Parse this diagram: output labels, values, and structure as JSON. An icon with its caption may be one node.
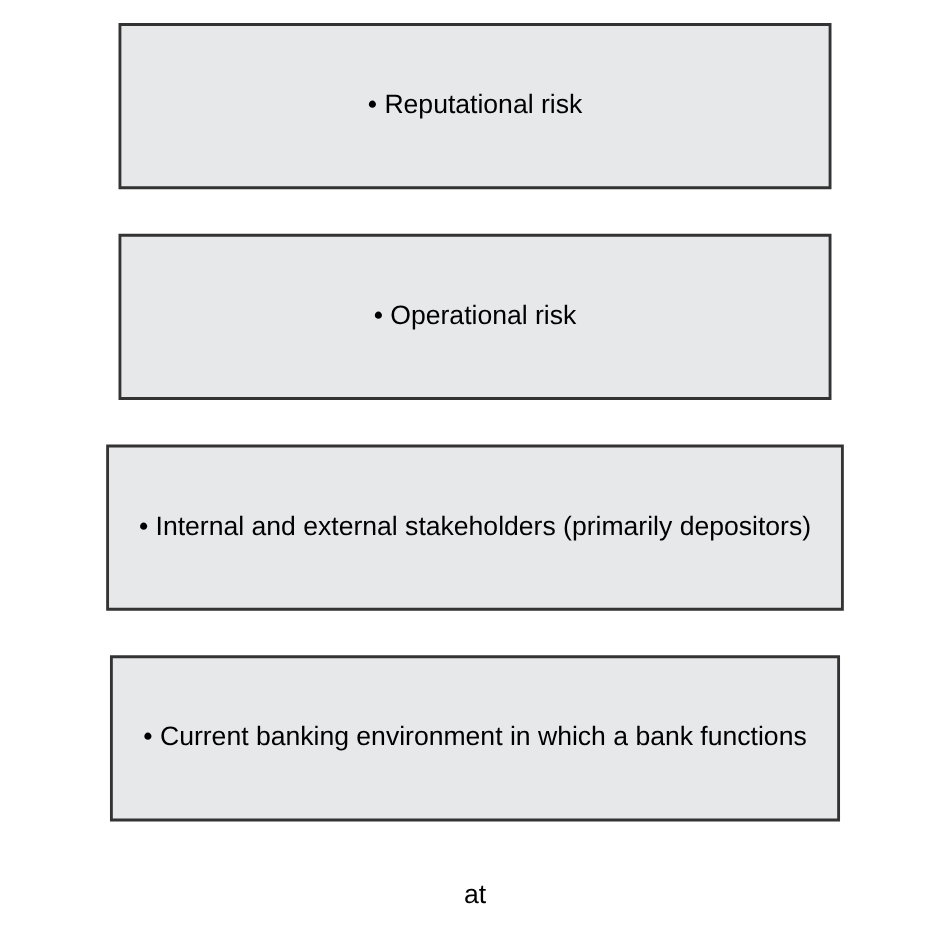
{
  "diagram": {
    "nodes": [
      {
        "text": [
          "• Current banking environment in which a bank functions"
        ]
      },
      {
        "text": [
          "• Internal and external stakeholders (primarily depositors)"
        ]
      },
      {
        "text": [
          "• Operational risk"
        ]
      },
      {
        "text": [
          "• Reputational risk"
        ]
      }
    ],
    "edges": [],
    "labels": [
      "at"
    ]
  }
}
